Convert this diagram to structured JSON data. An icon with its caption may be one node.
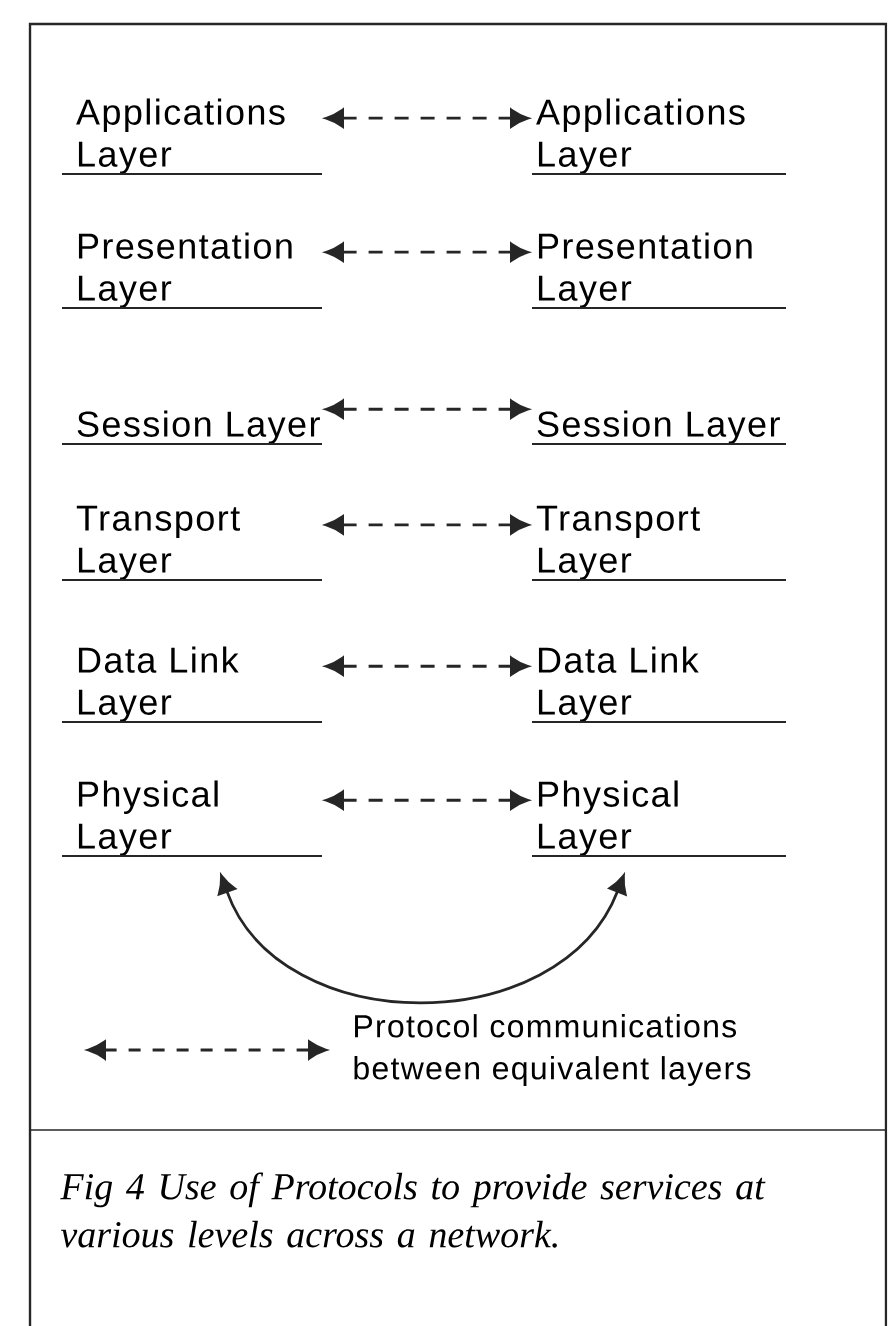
{
  "diagram": {
    "caption": "Fig 4 Use of Protocols to provide services at various levels across a network.",
    "nodes": [
      {
        "text": [
          "Applications Layer"
        ]
      },
      {
        "text": [
          "Presentation Layer"
        ]
      },
      {
        "text": [
          "Session Layer"
        ]
      },
      {
        "text": [
          "Transport Layer"
        ]
      },
      {
        "text": [
          "Data Link Layer"
        ]
      },
      {
        "text": [
          "Physical Layer"
        ]
      },
      {
        "text": [
          "Applications Layer"
        ]
      },
      {
        "text": [
          "Presentation Layer"
        ]
      },
      {
        "text": [
          "Session Layer"
        ]
      },
      {
        "text": [
          "Transport Layer"
        ]
      },
      {
        "text": [
          "Data Link Layer"
        ]
      },
      {
        "text": [
          "Physical Layer"
        ]
      }
    ],
    "edges": [
      {
        "from": 0,
        "to": 6,
        "arrow": "both",
        "style": "dashed"
      },
      {
        "from": 1,
        "to": 7,
        "arrow": "both",
        "style": "dashed"
      },
      {
        "from": 2,
        "to": 8,
        "arrow": "both",
        "style": "dashed"
      },
      {
        "from": 3,
        "to": 9,
        "arrow": "both",
        "style": "dashed"
      },
      {
        "from": 4,
        "to": 10,
        "arrow": "both",
        "style": "dashed"
      },
      {
        "from": 5,
        "to": 11,
        "arrow": "both",
        "style": "dashed"
      },
      {
        "from": 5,
        "to": 11,
        "arrow": "both"
      }
    ],
    "legend": [
      {
        "text": "Protocol communications between equivalent layers"
      }
    ]
  }
}
